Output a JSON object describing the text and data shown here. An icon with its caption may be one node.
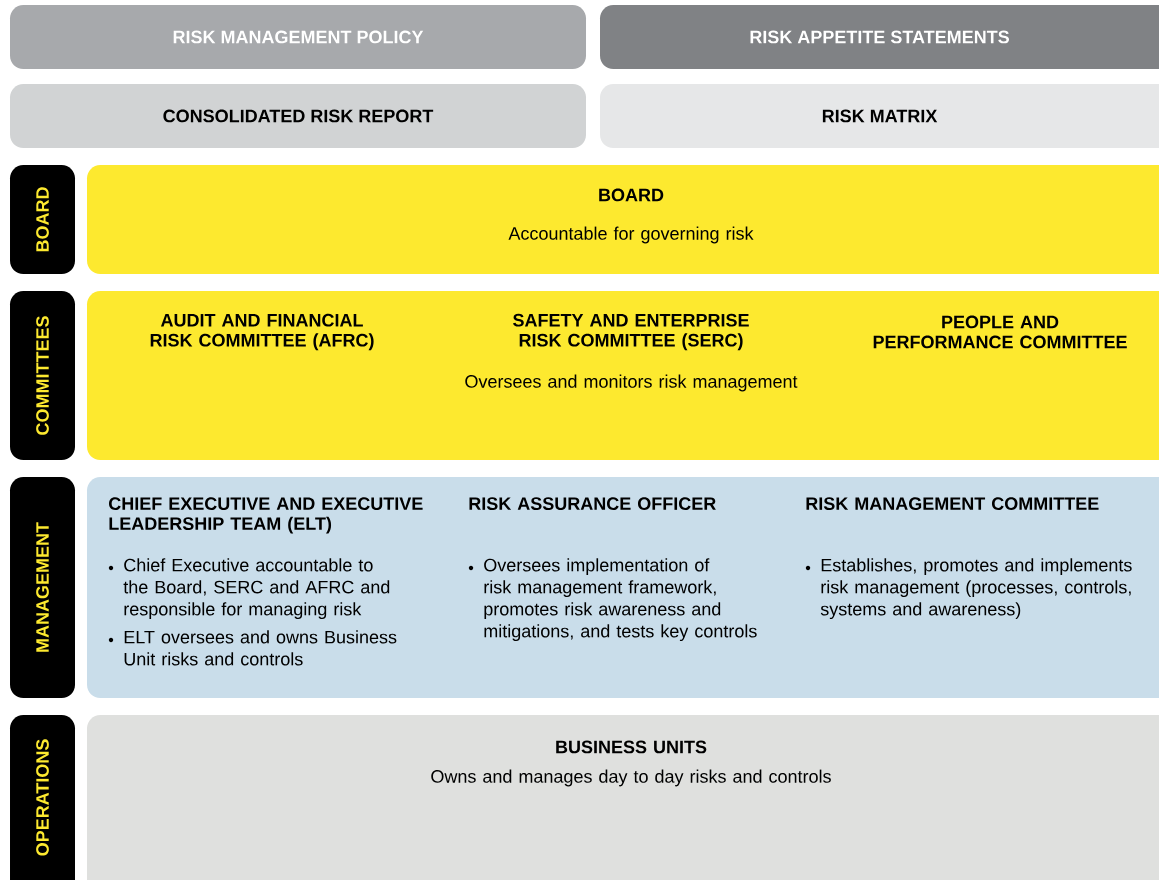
{
  "diagram": {
    "nodes": [
      {
        "text": [
          "RISK MANAGEMENT POLICY"
        ]
      },
      {
        "text": [
          "RISK APPETITE STATEMENTS"
        ]
      },
      {
        "text": [
          "CONSOLIDATED RISK REPORT"
        ]
      },
      {
        "text": [
          "RISK MATRIX"
        ]
      },
      {
        "text": [
          "BOARD"
        ]
      },
      {
        "text": [
          "BOARD",
          "Accountable for governing risk"
        ]
      },
      {
        "text": [
          "COMMITTEES"
        ]
      },
      {
        "text": [
          "AUDIT AND FINANCIAL RISK COMMITTEE (AFRC)",
          "SAFETY AND ENTERPRISE RISK COMMITTEE (SERC)",
          "PEOPLE AND PERFORMANCE COMMITTEE",
          "Oversees and monitors risk management"
        ]
      },
      {
        "text": [
          "MANAGEMENT"
        ]
      },
      {
        "text": [
          "CHIEF EXECUTIVE AND EXECUTIVE LEADERSHIP TEAM (ELT)",
          "Chief Executive accountable to the Board, SERC and AFRC and responsible for managing risk",
          "ELT oversees and owns Business Unit risks and controls",
          "RISK ASSURANCE OFFICER",
          "Oversees implementation of risk management framework, promotes risk awareness and mitigations, and tests key controls",
          "RISK MANAGEMENT COMMITTEE",
          "Establishes, promotes and implements risk management (processes, controls, systems and awareness)"
        ]
      },
      {
        "text": [
          "OPERATIONS"
        ]
      },
      {
        "text": [
          "BUSINESS UNITS",
          "Owns and manages day to day risks and controls"
        ]
      }
    ]
  }
}
